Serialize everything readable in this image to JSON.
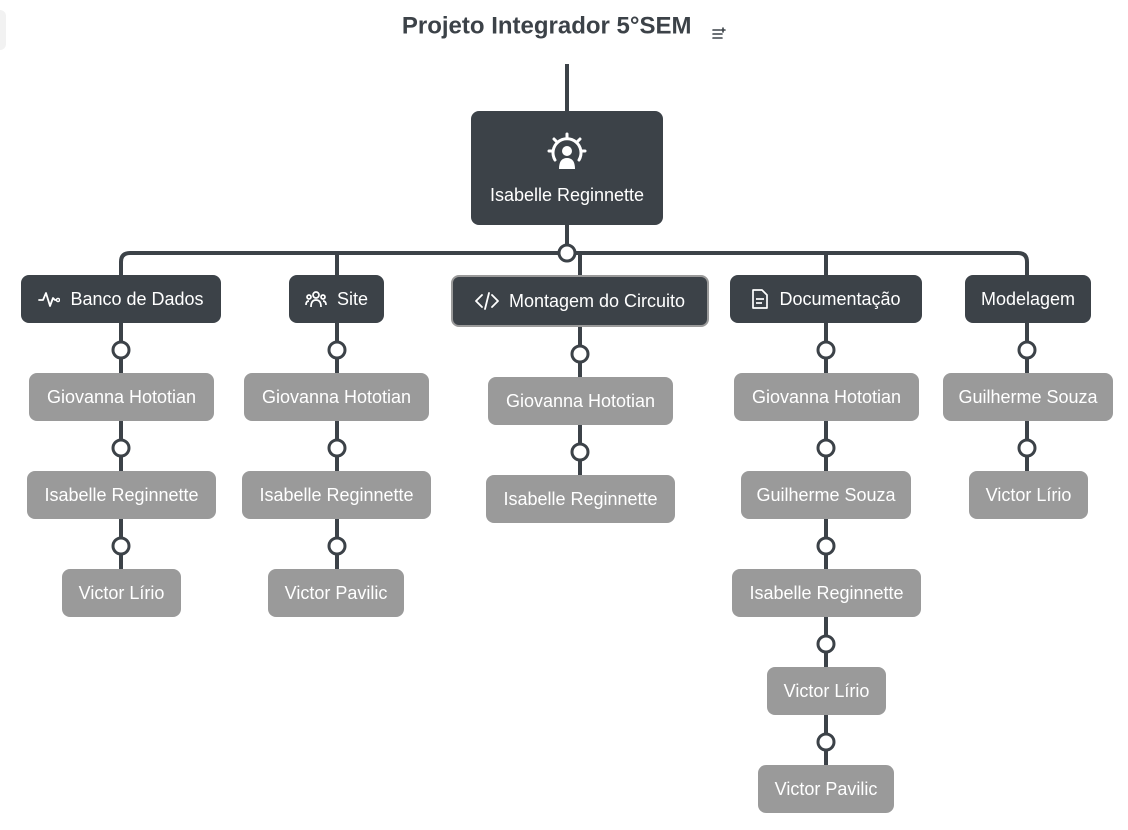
{
  "title": "Projeto Integrador 5°SEM",
  "toolbar": {
    "toc_icon": "list-plus-icon"
  },
  "colors": {
    "dark_node": "#3c4248",
    "leaf_node": "#9a9a9a",
    "connector": "#3c4248",
    "background": "#ffffff"
  },
  "root": {
    "label": "Isabelle Reginnette",
    "icon": "gear-person-icon"
  },
  "branches": [
    {
      "label": "Banco de Dados",
      "icon": "activity-icon",
      "children": [
        "Giovanna Hototian",
        "Isabelle Reginnette",
        "Victor Lírio"
      ]
    },
    {
      "label": "Site",
      "icon": "people-group-icon",
      "children": [
        "Giovanna Hototian",
        "Isabelle Reginnette",
        "Victor Pavilic"
      ]
    },
    {
      "label": "Montagem do Circuito",
      "icon": "code-icon",
      "children": [
        "Giovanna Hototian",
        "Isabelle Reginnette"
      ]
    },
    {
      "label": "Documentação",
      "icon": "document-icon",
      "children": [
        "Giovanna Hototian",
        "Guilherme Souza",
        "Isabelle Reginnette",
        "Victor Lírio",
        "Victor Pavilic"
      ]
    },
    {
      "label": "Modelagem",
      "icon": "",
      "children": [
        "Guilherme Souza",
        "Victor Lírio"
      ]
    }
  ]
}
